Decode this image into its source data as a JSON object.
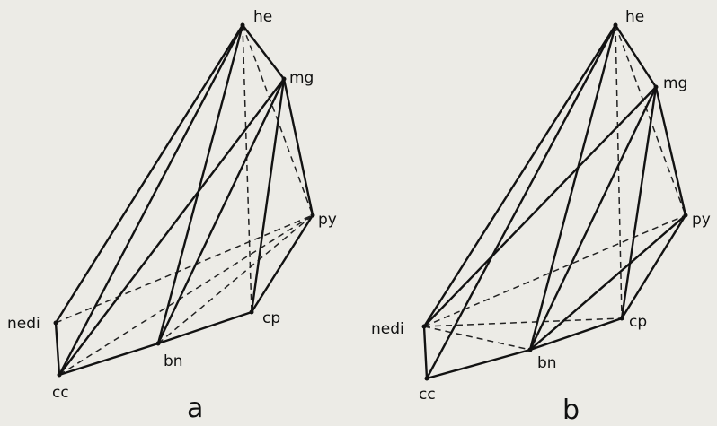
{
  "diagram": {
    "panels": [
      {
        "label": "a",
        "vertices": {
          "he": "he",
          "mg": "mg",
          "py": "py",
          "cp": "cp",
          "bn": "bn",
          "nedi": "nedi",
          "cc": "cc"
        }
      },
      {
        "label": "b",
        "vertices": {
          "he": "he",
          "mg": "mg",
          "py": "py",
          "cp": "cp",
          "bn": "bn",
          "nedi": "nedi",
          "cc": "cc"
        }
      }
    ]
  }
}
